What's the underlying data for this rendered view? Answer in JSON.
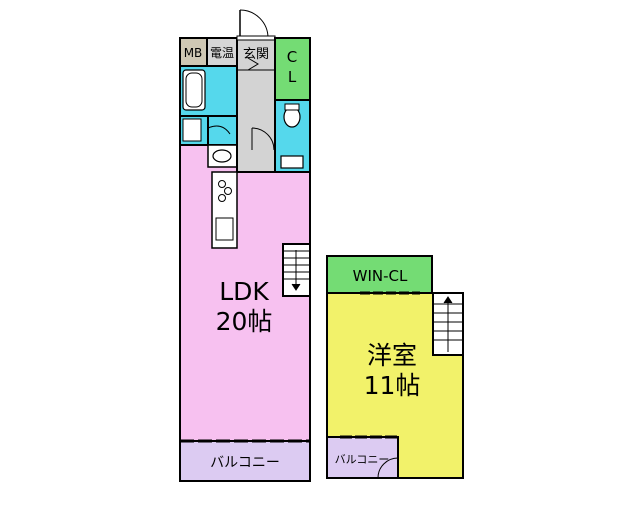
{
  "colors": {
    "ldk": "#f7c1f0",
    "western_room": "#f2f26a",
    "closet": "#74dc74",
    "wet_area": "#55d8ec",
    "entrance": "#d3d3d3",
    "mb": "#cfc8b4",
    "denon": "#d6d6d6",
    "balcony": "#dccbf2",
    "wall": "#000000"
  },
  "rooms": {
    "mb": "MB",
    "denon": "電温",
    "entrance": "玄関",
    "closet_line1": "C",
    "closet_line2": "L",
    "ldk_name": "LDK",
    "ldk_size": "20帖",
    "win_cl": "WIN-CL",
    "western_name": "洋室",
    "western_size": "11帖",
    "balcony_1": "バルコニー",
    "balcony_2": "バルコニー"
  },
  "icons": [
    "door-swing-icon",
    "bathtub-icon",
    "washbasin-icon",
    "toilet-icon",
    "stove-icon",
    "sink-icon",
    "stairs-icon"
  ]
}
